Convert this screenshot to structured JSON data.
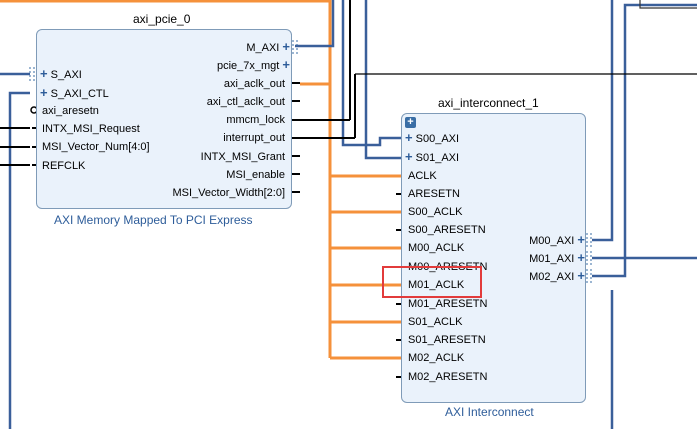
{
  "pcie_block": {
    "title": "axi_pcie_0",
    "subtitle": "AXI Memory Mapped To PCI Express",
    "left_pins": [
      {
        "label": "S_AXI",
        "name": "pin-s-axi"
      },
      {
        "label": "S_AXI_CTL",
        "name": "pin-s-axi-ctl"
      },
      {
        "label": "axi_aresetn",
        "name": "pin-axi-aresetn"
      },
      {
        "label": "INTX_MSI_Request",
        "name": "pin-intx-msi-request"
      },
      {
        "label": "MSI_Vector_Num[4:0]",
        "name": "pin-msi-vector-num"
      },
      {
        "label": "REFCLK",
        "name": "pin-refclk"
      }
    ],
    "right_pins": [
      {
        "label": "M_AXI",
        "name": "pin-m-axi"
      },
      {
        "label": "pcie_7x_mgt",
        "name": "pin-pcie-7x-mgt"
      },
      {
        "label": "axi_aclk_out",
        "name": "pin-axi-aclk-out"
      },
      {
        "label": "axi_ctl_aclk_out",
        "name": "pin-axi-ctl-aclk-out"
      },
      {
        "label": "mmcm_lock",
        "name": "pin-mmcm-lock"
      },
      {
        "label": "interrupt_out",
        "name": "pin-interrupt-out"
      },
      {
        "label": "INTX_MSI_Grant",
        "name": "pin-intx-msi-grant"
      },
      {
        "label": "MSI_enable",
        "name": "pin-msi-enable"
      },
      {
        "label": "MSI_Vector_Width[2:0]",
        "name": "pin-msi-vector-width"
      }
    ]
  },
  "interconnect_block": {
    "title": "axi_interconnect_1",
    "subtitle": "AXI Interconnect",
    "expand_symbol": "+",
    "left_pins": [
      {
        "label": "S00_AXI",
        "name": "pin-s00-axi"
      },
      {
        "label": "S01_AXI",
        "name": "pin-s01-axi"
      },
      {
        "label": "ACLK",
        "name": "pin-aclk"
      },
      {
        "label": "ARESETN",
        "name": "pin-aresetn"
      },
      {
        "label": "S00_ACLK",
        "name": "pin-s00-aclk"
      },
      {
        "label": "S00_ARESETN",
        "name": "pin-s00-aresetn"
      },
      {
        "label": "M00_ACLK",
        "name": "pin-m00-aclk"
      },
      {
        "label": "M00_ARESETN",
        "name": "pin-m00-aresetn"
      },
      {
        "label": "M01_ACLK",
        "name": "pin-m01-aclk"
      },
      {
        "label": "M01_ARESETN",
        "name": "pin-m01-aresetn"
      },
      {
        "label": "S01_ACLK",
        "name": "pin-s01-aclk"
      },
      {
        "label": "S01_ARESETN",
        "name": "pin-s01-aresetn"
      },
      {
        "label": "M02_ACLK",
        "name": "pin-m02-aclk"
      },
      {
        "label": "M02_ARESETN",
        "name": "pin-m02-aresetn"
      }
    ],
    "right_pins": [
      {
        "label": "M00_AXI",
        "name": "pin-m00-axi"
      },
      {
        "label": "M01_AXI",
        "name": "pin-m01-axi"
      },
      {
        "label": "M02_AXI",
        "name": "pin-m02-axi"
      }
    ]
  },
  "colors": {
    "clock_net": "#f5913b",
    "bus_net": "#3a5f9a",
    "signal_net": "#000000",
    "block_fill": "#eaf2fb",
    "highlight": "#e23b3b"
  }
}
